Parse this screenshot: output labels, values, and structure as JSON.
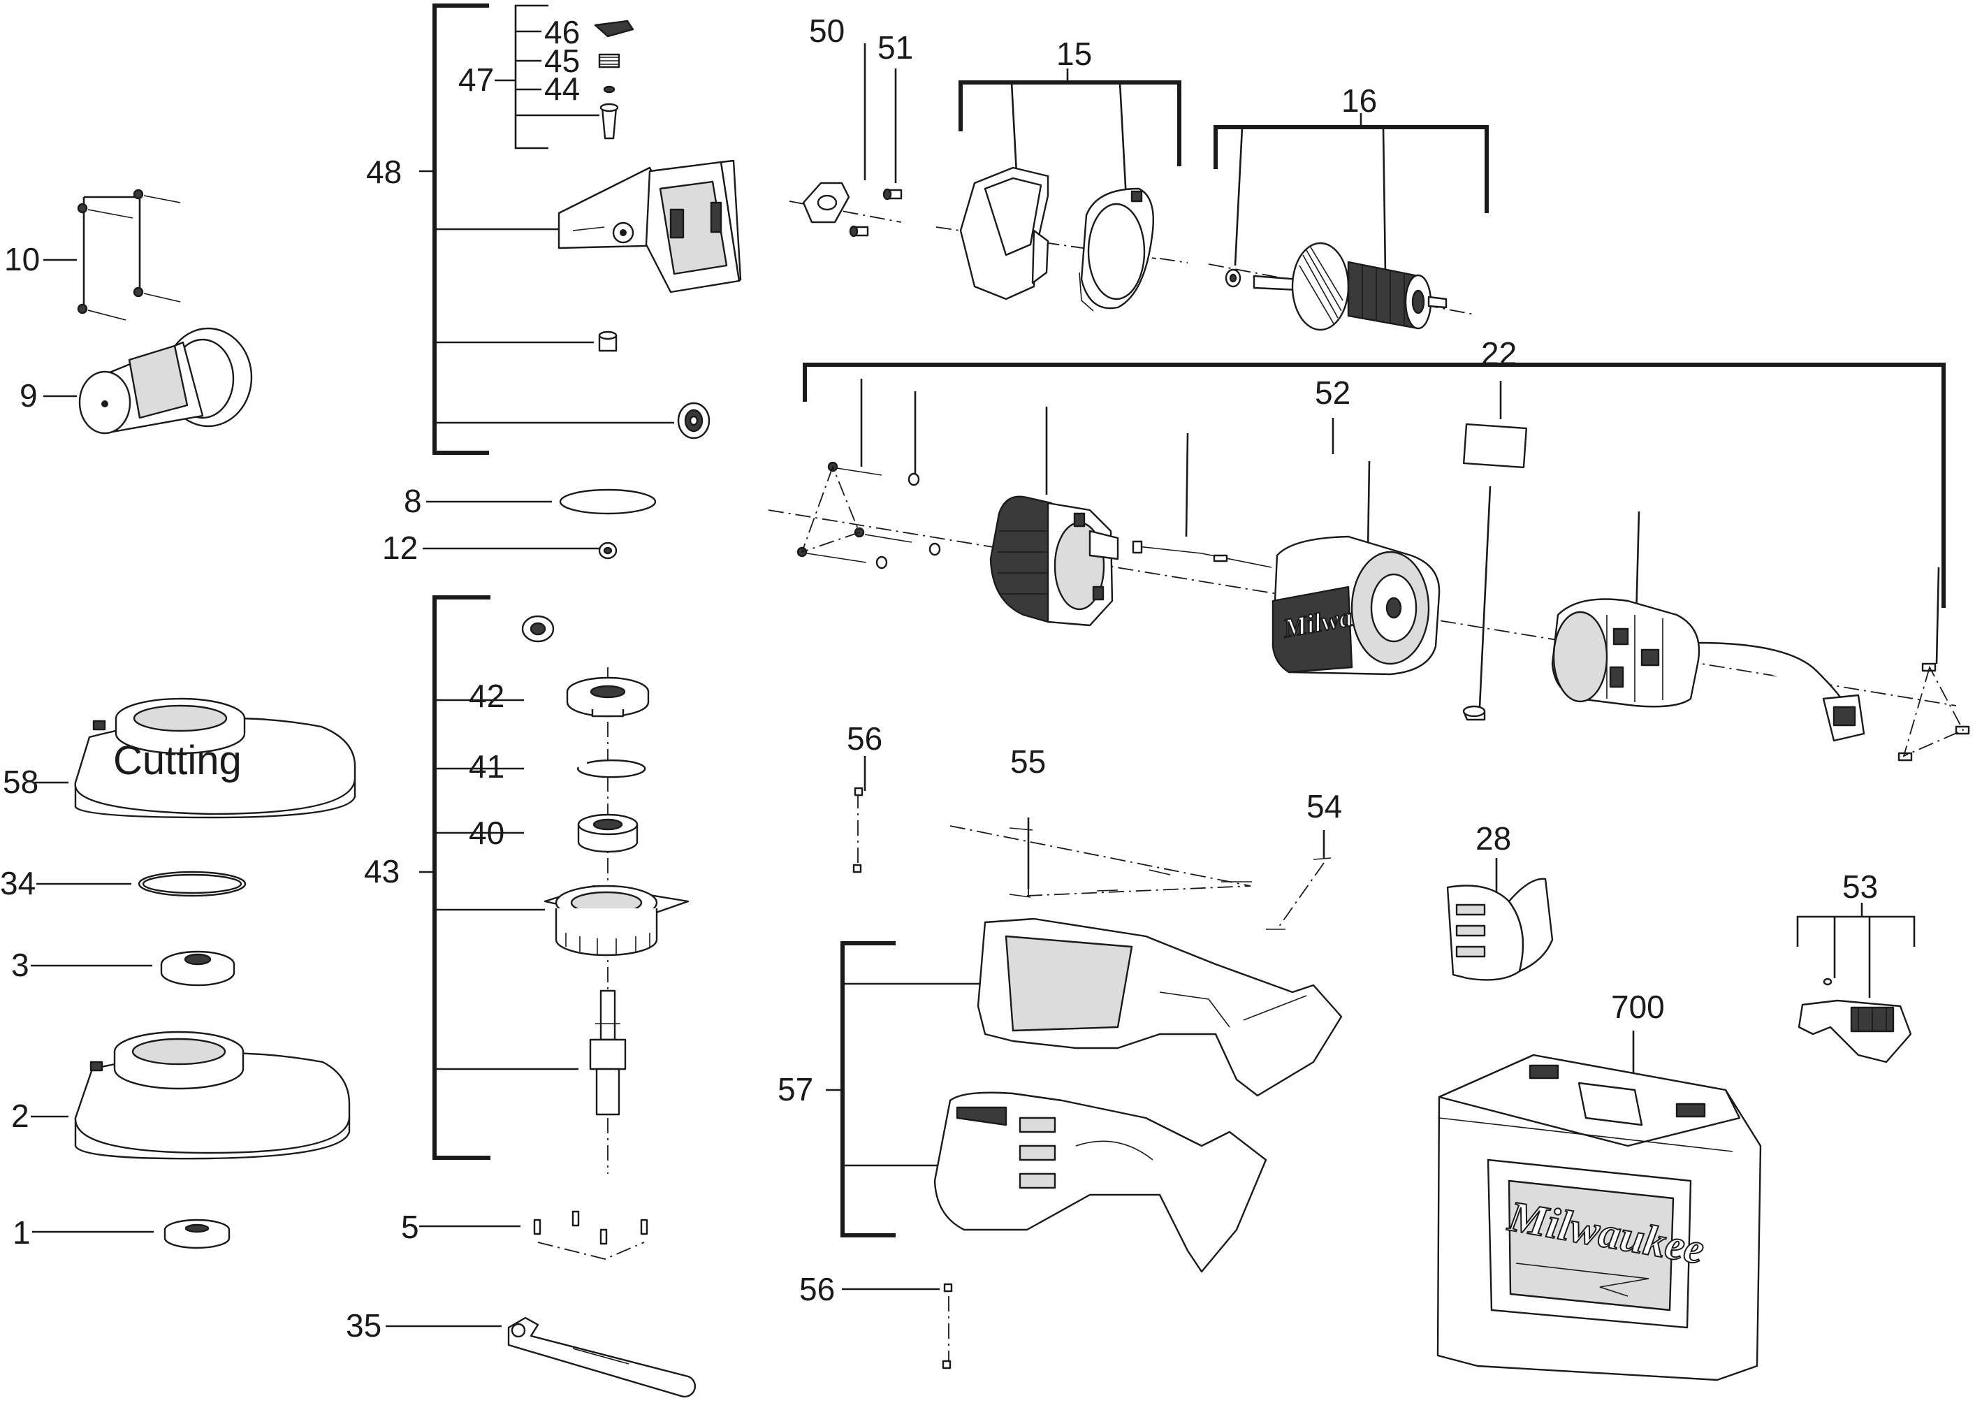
{
  "diagram": {
    "callouts": {
      "c1": "1",
      "c2": "2",
      "c3": "3",
      "c5": "5",
      "c8": "8",
      "c9": "9",
      "c10": "10",
      "c12": "12",
      "c15": "15",
      "c16": "16",
      "c22": "22",
      "c28": "28",
      "c34": "34",
      "c35": "35",
      "c40": "40",
      "c41": "41",
      "c42": "42",
      "c43": "43",
      "c44": "44",
      "c45": "45",
      "c46": "46",
      "c47": "47",
      "c48": "48",
      "c50": "50",
      "c51": "51",
      "c52": "52",
      "c53": "53",
      "c54": "54",
      "c55": "55",
      "c56a": "56",
      "c56b": "56",
      "c57": "57",
      "c58": "58",
      "c700": "700"
    },
    "guard_text": "Cutting",
    "brand_text": "Milwaukee"
  }
}
